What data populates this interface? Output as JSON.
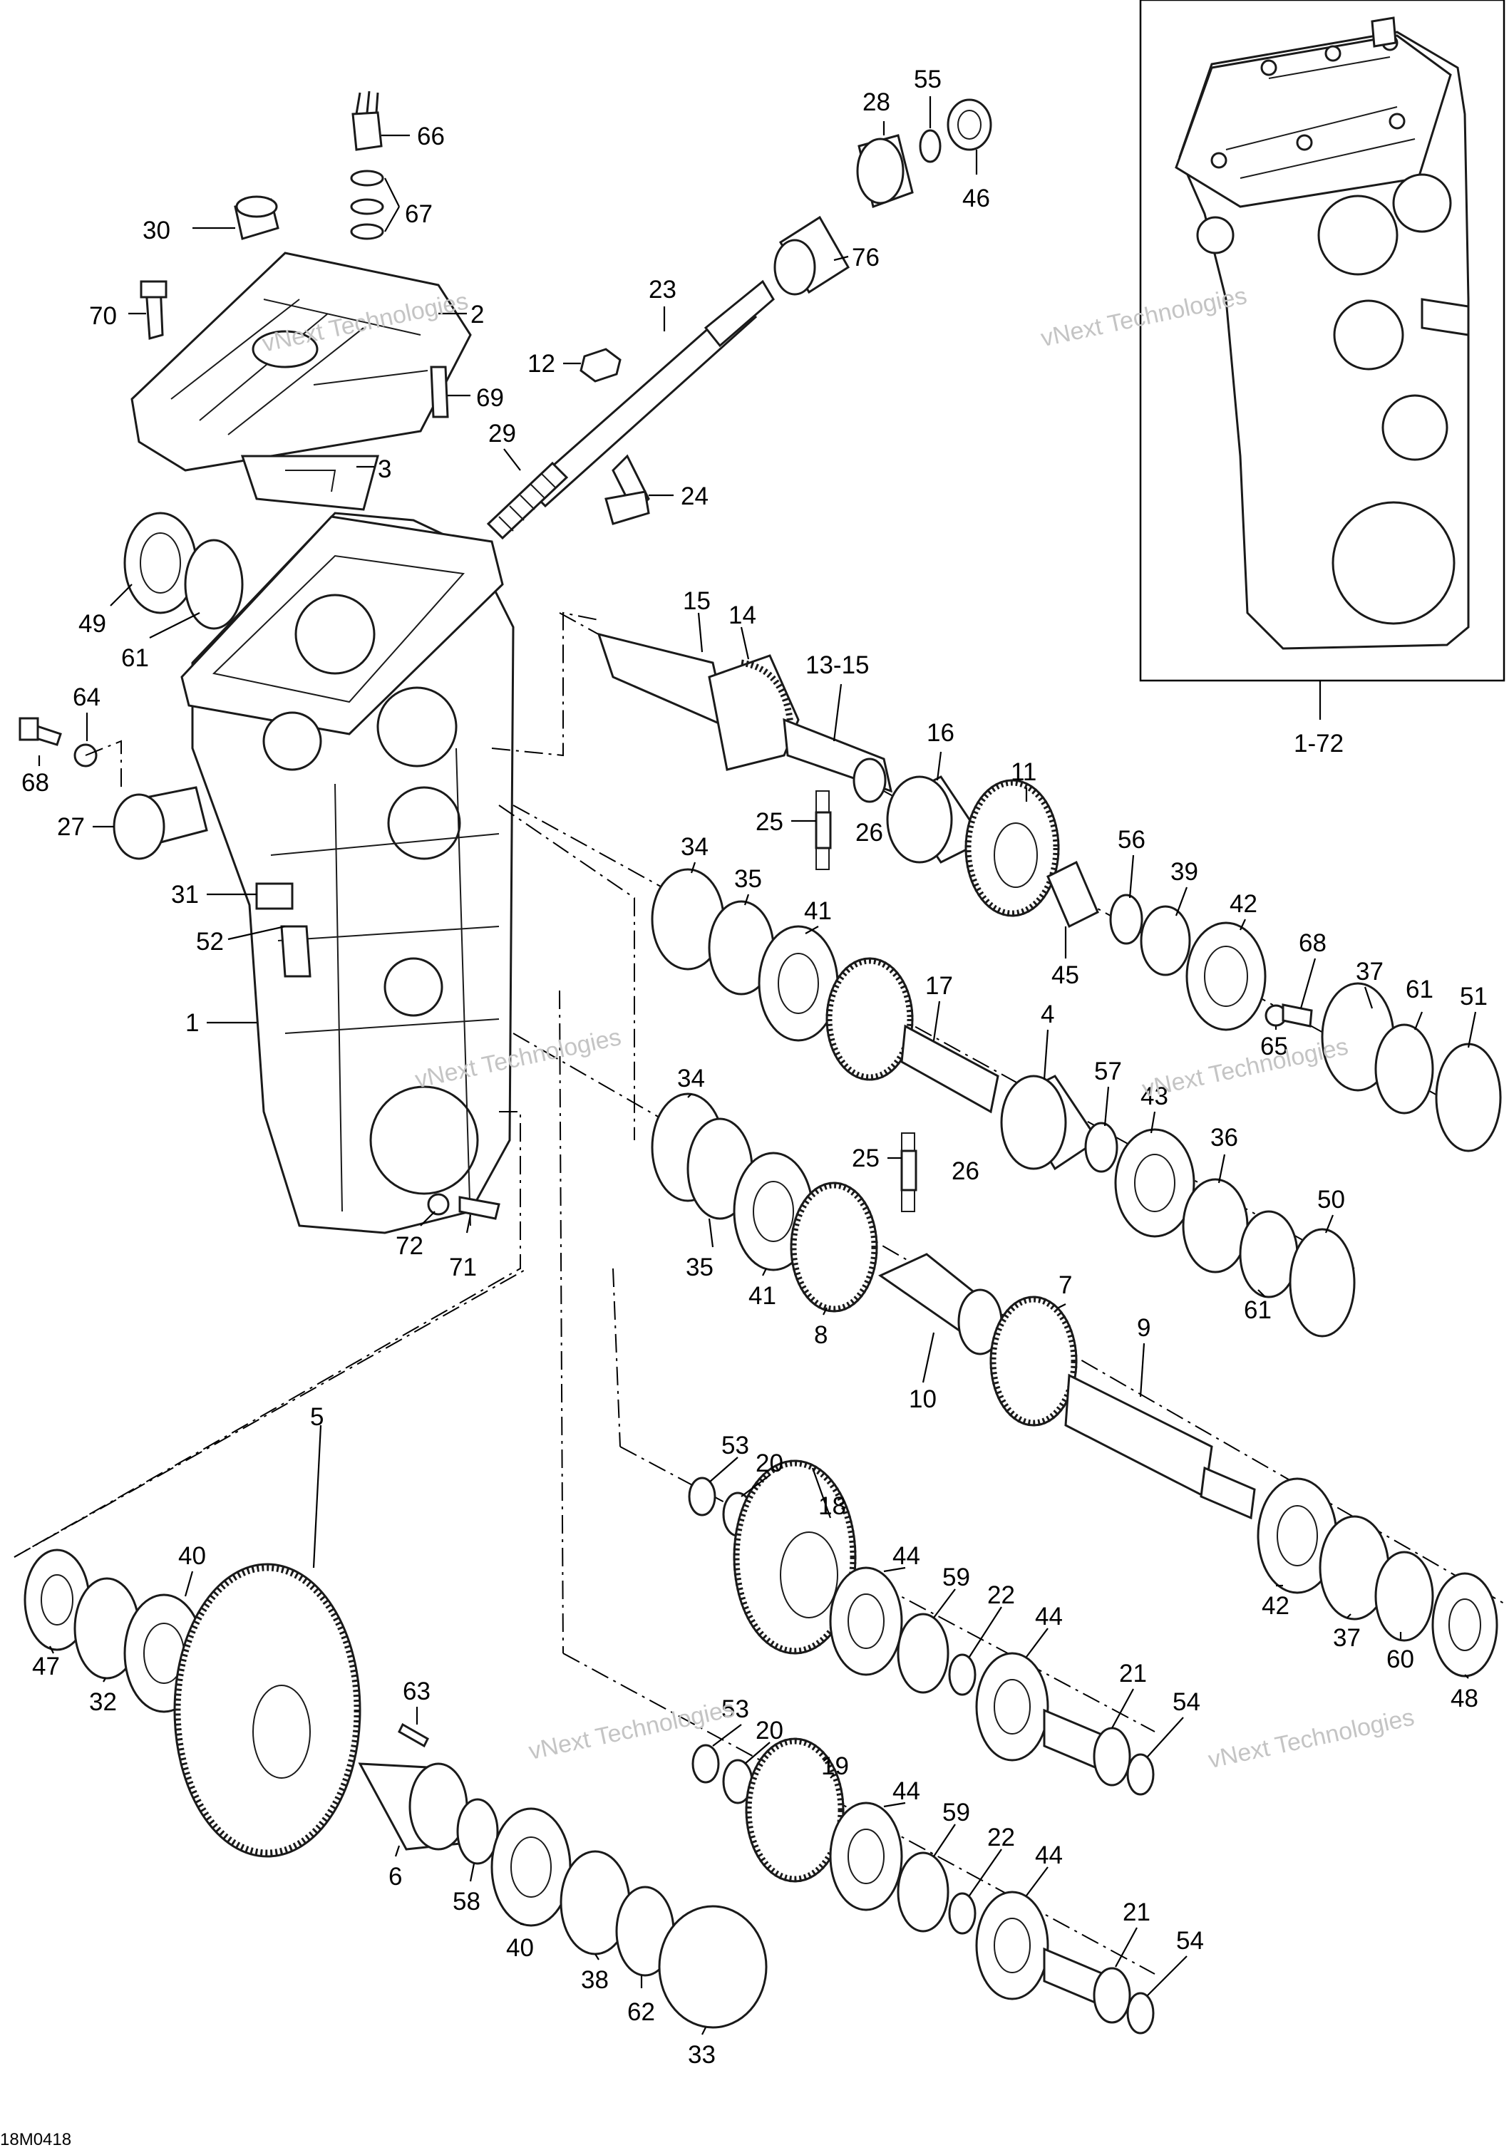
{
  "figure_code": "18M0418",
  "watermark": {
    "line1": "vNext",
    "line2": "Technologies",
    "combined": "vNext Technologies"
  },
  "callouts": [
    {
      "id": "1",
      "label": "1"
    },
    {
      "id": "1-72",
      "label": "1-72"
    },
    {
      "id": "2",
      "label": "2"
    },
    {
      "id": "3",
      "label": "3"
    },
    {
      "id": "4",
      "label": "4"
    },
    {
      "id": "5",
      "label": "5"
    },
    {
      "id": "6",
      "label": "6"
    },
    {
      "id": "7",
      "label": "7"
    },
    {
      "id": "8",
      "label": "8"
    },
    {
      "id": "9",
      "label": "9"
    },
    {
      "id": "10",
      "label": "10"
    },
    {
      "id": "11",
      "label": "11"
    },
    {
      "id": "12",
      "label": "12"
    },
    {
      "id": "13-15",
      "label": "13-15"
    },
    {
      "id": "14",
      "label": "14"
    },
    {
      "id": "15",
      "label": "15"
    },
    {
      "id": "16",
      "label": "16"
    },
    {
      "id": "17",
      "label": "17"
    },
    {
      "id": "18",
      "label": "18"
    },
    {
      "id": "19",
      "label": "19"
    },
    {
      "id": "20a",
      "label": "20"
    },
    {
      "id": "20b",
      "label": "20"
    },
    {
      "id": "21a",
      "label": "21"
    },
    {
      "id": "21b",
      "label": "21"
    },
    {
      "id": "22a",
      "label": "22"
    },
    {
      "id": "22b",
      "label": "22"
    },
    {
      "id": "23",
      "label": "23"
    },
    {
      "id": "24",
      "label": "24"
    },
    {
      "id": "25a",
      "label": "25"
    },
    {
      "id": "25b",
      "label": "25"
    },
    {
      "id": "26a",
      "label": "26"
    },
    {
      "id": "26b",
      "label": "26"
    },
    {
      "id": "27",
      "label": "27"
    },
    {
      "id": "28",
      "label": "28"
    },
    {
      "id": "29",
      "label": "29"
    },
    {
      "id": "30",
      "label": "30"
    },
    {
      "id": "31",
      "label": "31"
    },
    {
      "id": "32",
      "label": "32"
    },
    {
      "id": "33",
      "label": "33"
    },
    {
      "id": "34a",
      "label": "34"
    },
    {
      "id": "34b",
      "label": "34"
    },
    {
      "id": "35a",
      "label": "35"
    },
    {
      "id": "35b",
      "label": "35"
    },
    {
      "id": "36",
      "label": "36"
    },
    {
      "id": "37a",
      "label": "37"
    },
    {
      "id": "37b",
      "label": "37"
    },
    {
      "id": "38",
      "label": "38"
    },
    {
      "id": "39",
      "label": "39"
    },
    {
      "id": "40a",
      "label": "40"
    },
    {
      "id": "40b",
      "label": "40"
    },
    {
      "id": "41a",
      "label": "41"
    },
    {
      "id": "41b",
      "label": "41"
    },
    {
      "id": "42a",
      "label": "42"
    },
    {
      "id": "42b",
      "label": "42"
    },
    {
      "id": "43",
      "label": "43"
    },
    {
      "id": "44a",
      "label": "44"
    },
    {
      "id": "44b",
      "label": "44"
    },
    {
      "id": "44c",
      "label": "44"
    },
    {
      "id": "44d",
      "label": "44"
    },
    {
      "id": "45",
      "label": "45"
    },
    {
      "id": "46",
      "label": "46"
    },
    {
      "id": "47",
      "label": "47"
    },
    {
      "id": "48",
      "label": "48"
    },
    {
      "id": "49",
      "label": "49"
    },
    {
      "id": "50",
      "label": "50"
    },
    {
      "id": "51",
      "label": "51"
    },
    {
      "id": "52",
      "label": "52"
    },
    {
      "id": "53a",
      "label": "53"
    },
    {
      "id": "53b",
      "label": "53"
    },
    {
      "id": "54a",
      "label": "54"
    },
    {
      "id": "54b",
      "label": "54"
    },
    {
      "id": "55",
      "label": "55"
    },
    {
      "id": "56",
      "label": "56"
    },
    {
      "id": "57",
      "label": "57"
    },
    {
      "id": "58",
      "label": "58"
    },
    {
      "id": "59a",
      "label": "59"
    },
    {
      "id": "59b",
      "label": "59"
    },
    {
      "id": "60",
      "label": "60"
    },
    {
      "id": "61a",
      "label": "61"
    },
    {
      "id": "61b",
      "label": "61"
    },
    {
      "id": "61c",
      "label": "61"
    },
    {
      "id": "62",
      "label": "62"
    },
    {
      "id": "63",
      "label": "63"
    },
    {
      "id": "64",
      "label": "64"
    },
    {
      "id": "65",
      "label": "65"
    },
    {
      "id": "66",
      "label": "66"
    },
    {
      "id": "67",
      "label": "67"
    },
    {
      "id": "68a",
      "label": "68"
    },
    {
      "id": "68b",
      "label": "68"
    },
    {
      "id": "69",
      "label": "69"
    },
    {
      "id": "70",
      "label": "70"
    },
    {
      "id": "71",
      "label": "71"
    },
    {
      "id": "72",
      "label": "72"
    },
    {
      "id": "76",
      "label": "76"
    }
  ]
}
